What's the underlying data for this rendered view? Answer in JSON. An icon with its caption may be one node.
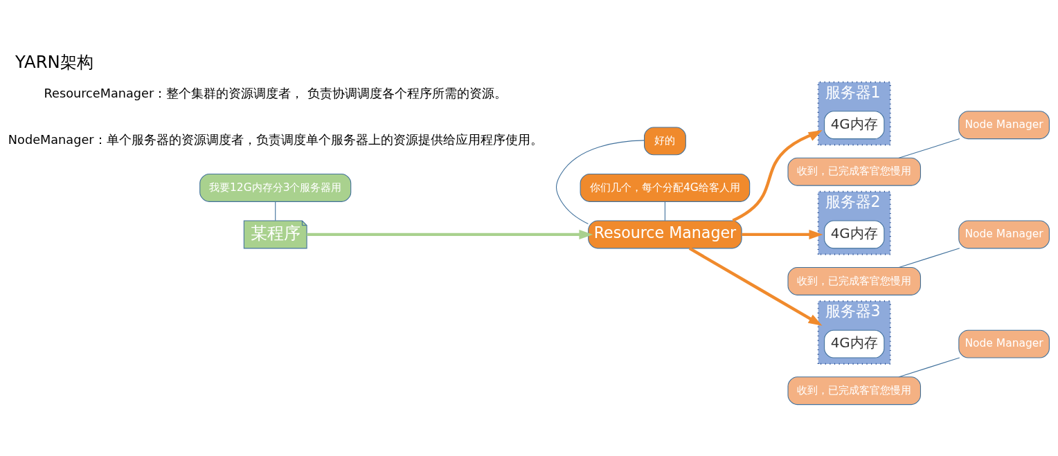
{
  "diagram": {
    "title": "YARN架构",
    "nodes": [
      {
        "text": [
          "某程序"
        ]
      },
      {
        "text": [
          "我要12G内存分3个服务器用"
        ]
      },
      {
        "text": [
          "Resource Manager"
        ]
      },
      {
        "text": [
          "好的"
        ]
      },
      {
        "text": [
          "你们几个，每个分配4G给客人用"
        ]
      },
      {
        "text": [
          "服务器1"
        ]
      },
      {
        "text": [
          "4G内存"
        ],
        "in": 5
      },
      {
        "text": [
          "Node Manager"
        ]
      },
      {
        "text": [
          "收到，已完成客官您慢用"
        ]
      },
      {
        "text": [
          "服务器2"
        ]
      },
      {
        "text": [
          "4G内存"
        ],
        "in": 9
      },
      {
        "text": [
          "Node Manager"
        ]
      },
      {
        "text": [
          "收到，已完成客官您慢用"
        ]
      },
      {
        "text": [
          "服务器3"
        ]
      },
      {
        "text": [
          "4G内存"
        ],
        "in": 13
      },
      {
        "text": [
          "Node Manager"
        ]
      },
      {
        "text": [
          "收到，已完成客官您慢用"
        ]
      }
    ],
    "edges": [
      {
        "from": 1,
        "to": 0,
        "arrow": "none"
      },
      {
        "from": 0,
        "to": 2,
        "arrow": "to",
        "style": "thick",
        "color": "#a9d18e"
      },
      {
        "from": 3,
        "to": 2,
        "arrow": "none"
      },
      {
        "from": 4,
        "to": 2,
        "arrow": "none"
      },
      {
        "from": 2,
        "to": 5,
        "arrow": "to",
        "style": "thick",
        "color": "#f08a2c"
      },
      {
        "from": 2,
        "to": 9,
        "arrow": "to",
        "style": "thick",
        "color": "#f08a2c"
      },
      {
        "from": 2,
        "to": 13,
        "arrow": "to",
        "style": "thick",
        "color": "#f08a2c"
      },
      {
        "from": 8,
        "to": 7,
        "arrow": "none"
      },
      {
        "from": 12,
        "to": 11,
        "arrow": "none"
      },
      {
        "from": 16,
        "to": 15,
        "arrow": "none"
      }
    ],
    "labels": [
      "ResourceManager：整个集群的资源调度者， 负责协调调度各个程序所需的资源。",
      "NodeManager：单个服务器的资源调度者，负责调度单个服务器上的资源提供给应用程序使用。"
    ]
  }
}
